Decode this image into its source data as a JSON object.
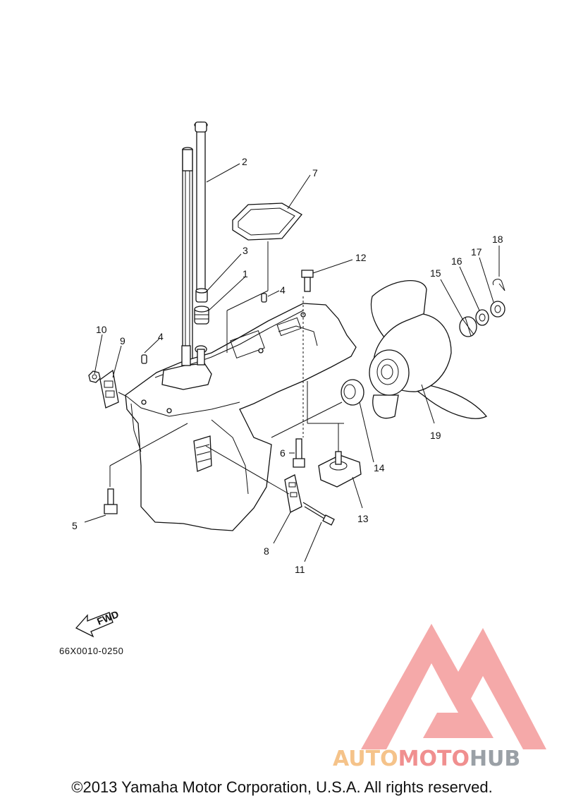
{
  "diagram": {
    "part_numbers": [
      "1",
      "2",
      "3",
      "4",
      "4",
      "5",
      "6",
      "7",
      "8",
      "9",
      "10",
      "11",
      "12",
      "13",
      "14",
      "15",
      "16",
      "17",
      "18",
      "19"
    ],
    "fwd_label": "FWD",
    "drawing_code": "66X0010-0250"
  },
  "watermark": {
    "word_part_1": "AUTO",
    "word_part_2": "MOTO",
    "word_part_3": "HUB",
    "colors": {
      "orange": "#f5c38a",
      "red": "#f08f8f",
      "gray": "#9aa0a6"
    }
  },
  "footer": {
    "copyright": "©2013 Yamaha Motor Corporation, U.S.A. All rights reserved."
  }
}
